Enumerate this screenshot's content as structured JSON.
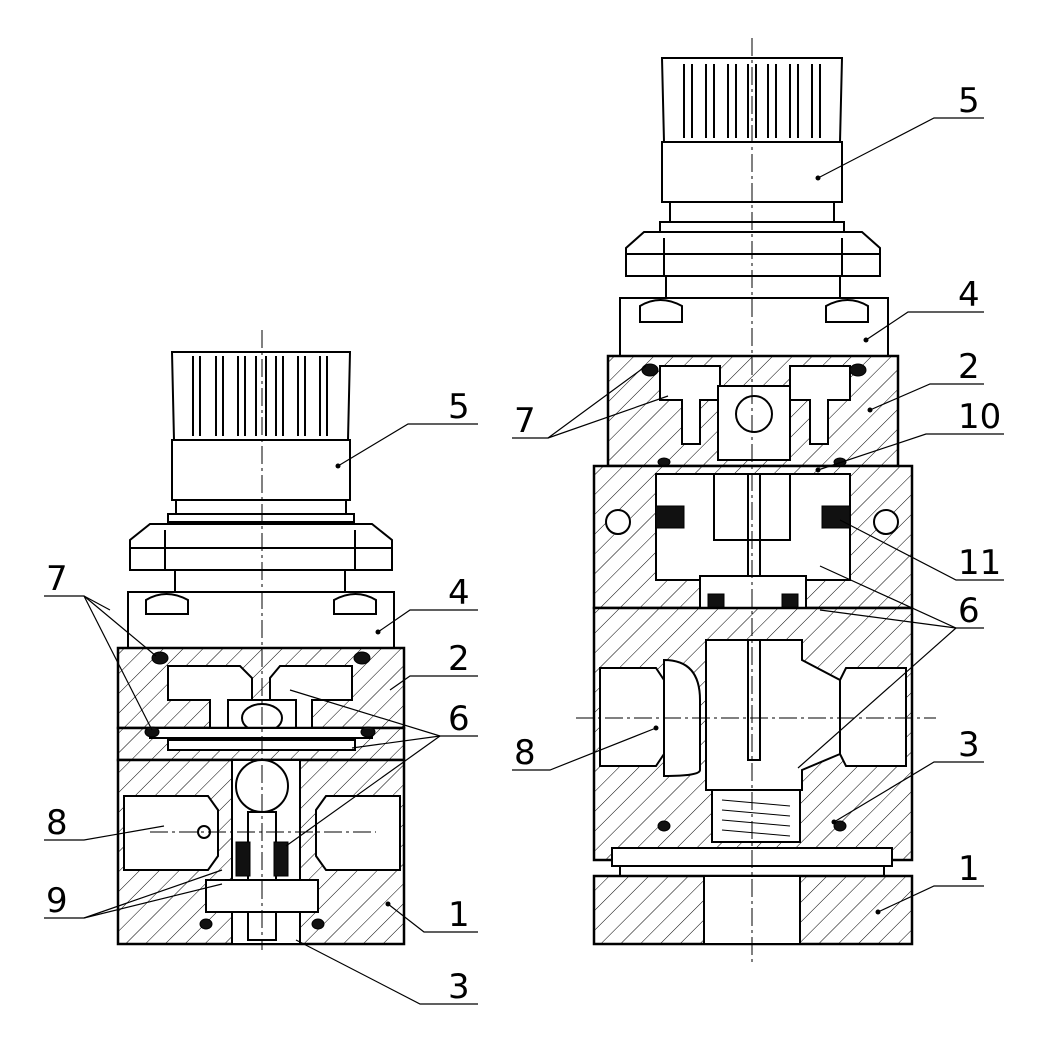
{
  "left_view": {
    "labels": {
      "l1": "1",
      "l2": "2",
      "l3": "3",
      "l4": "4",
      "l5": "5",
      "l6": "6",
      "l7": "7",
      "l8": "8",
      "l9": "9"
    }
  },
  "right_view": {
    "labels": {
      "r1": "1",
      "r2": "2",
      "r3": "3",
      "r4": "4",
      "r5": "5",
      "r6": "6",
      "r7": "7",
      "r8": "8",
      "r10": "10",
      "r11": "11"
    }
  }
}
